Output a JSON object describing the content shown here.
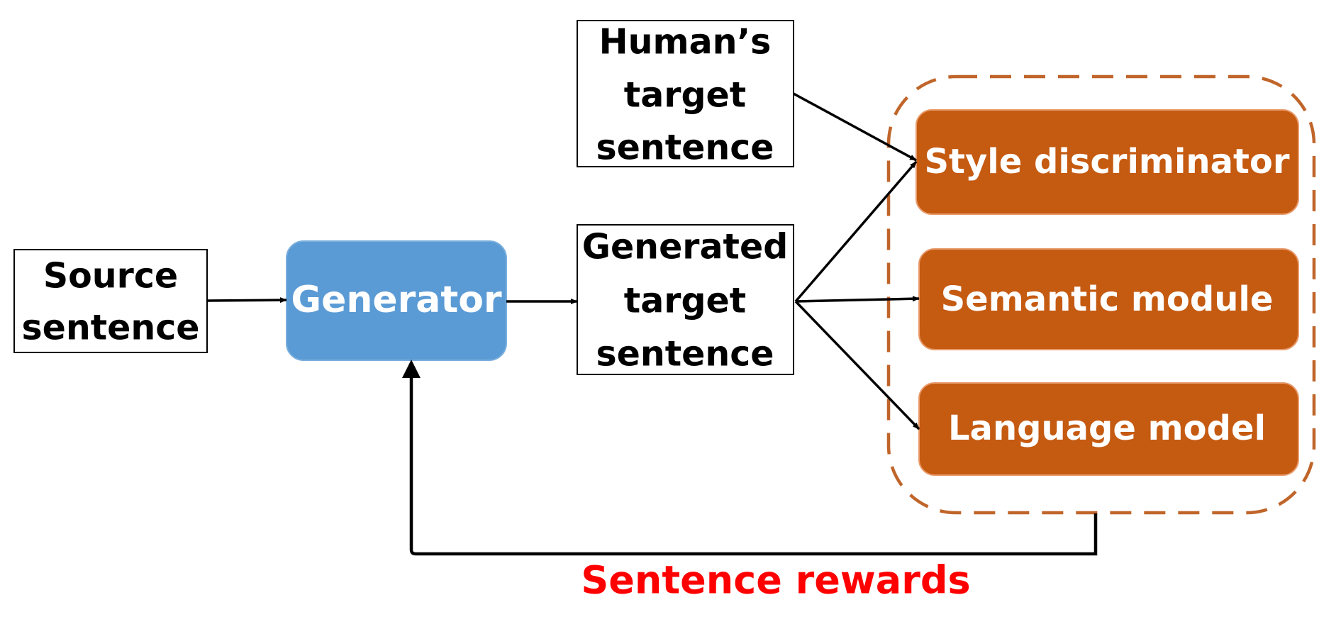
{
  "nodes": {
    "source": {
      "line1": "Source",
      "line2": "sentence"
    },
    "generator": {
      "label": "Generator"
    },
    "human_target": {
      "line1": "Human’s",
      "line2": "target",
      "line3": "sentence"
    },
    "generated_target": {
      "line1": "Generated",
      "line2": "target",
      "line3": "sentence"
    },
    "style_discriminator": {
      "label": "Style discriminator"
    },
    "semantic_module": {
      "label": "Semantic module"
    },
    "language_model": {
      "label": "Language model"
    }
  },
  "feedback_label": "Sentence rewards",
  "colors": {
    "generator_fill": "#5b9bd5",
    "module_fill": "#c55a11",
    "dashed_border": "#c0652a",
    "feedback_text": "#ff0000"
  }
}
